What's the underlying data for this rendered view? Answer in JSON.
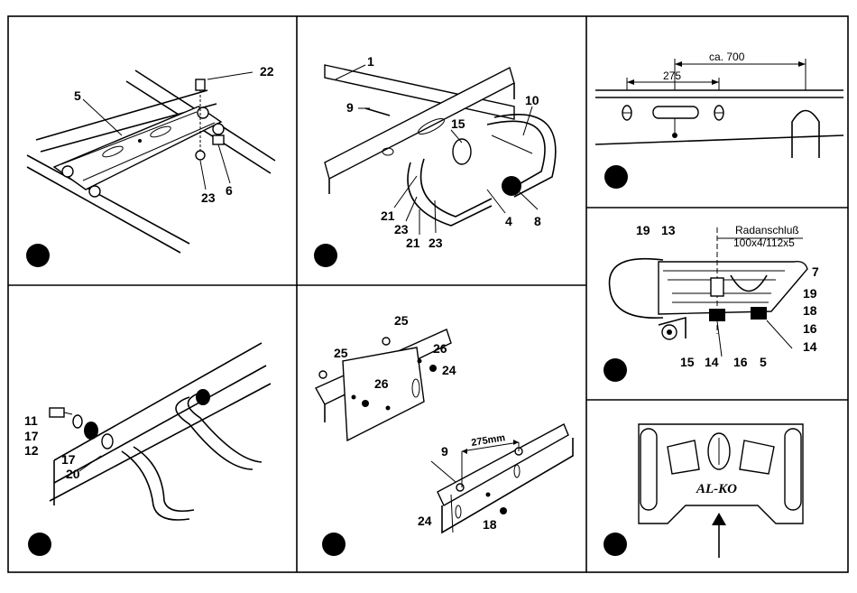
{
  "panels": [
    {
      "id": "p1",
      "labels": [
        "5",
        "22",
        "23",
        "6"
      ]
    },
    {
      "id": "p2",
      "labels": [
        "1",
        "9",
        "15",
        "10",
        "21",
        "23",
        "21",
        "23",
        "4",
        "8"
      ]
    },
    {
      "id": "p3",
      "labels": [
        "ca. 700",
        "275"
      ]
    },
    {
      "id": "p4",
      "labels": [
        "11",
        "17",
        "12",
        "17",
        "20"
      ]
    },
    {
      "id": "p5",
      "labels": [
        "25",
        "25",
        "26",
        "26",
        "24",
        "9",
        "275mm",
        "24",
        "18"
      ]
    },
    {
      "id": "p6",
      "title": "Radanschluß",
      "sub": "100x4/112x5",
      "labels": [
        "19",
        "13",
        "7",
        "19",
        "18",
        "16",
        "14",
        "15",
        "14",
        "16",
        "5"
      ]
    },
    {
      "id": "p7",
      "brand": "AL-KO"
    }
  ],
  "colors": {
    "ink": "#000000",
    "paper": "#ffffff"
  }
}
